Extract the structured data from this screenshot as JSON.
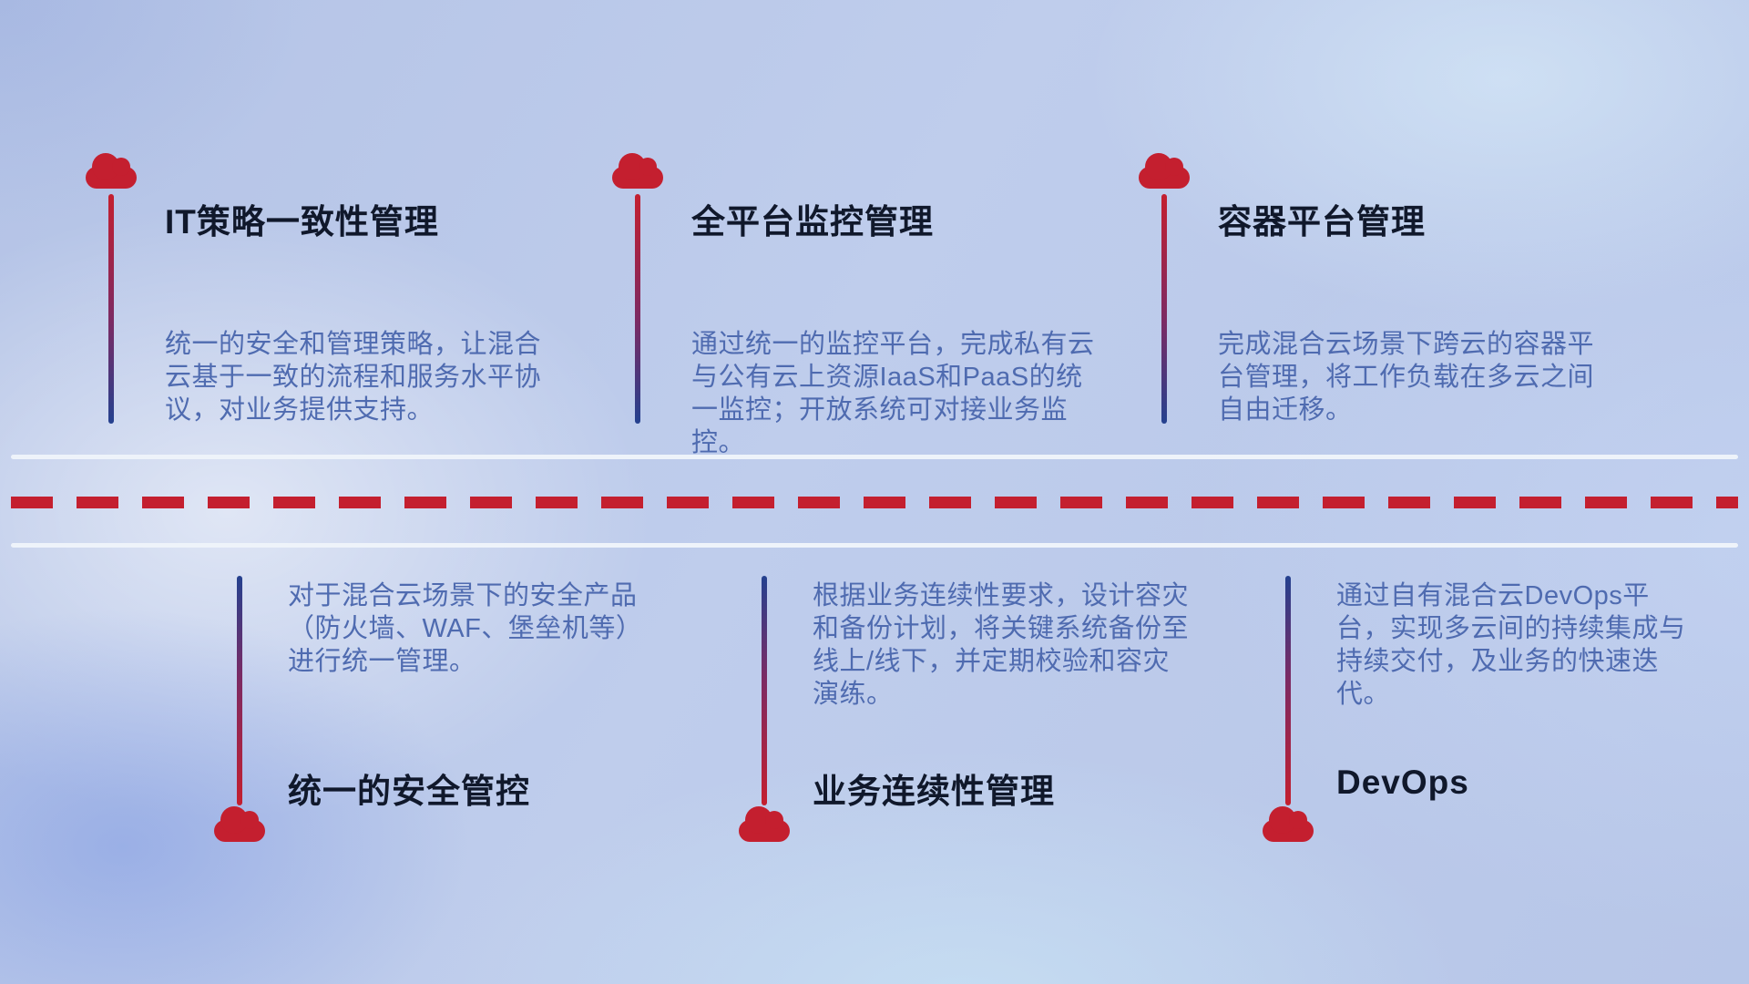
{
  "colors": {
    "accent_red": "#c41f2f",
    "line_blue": "#24418f",
    "title_text": "#10182b",
    "description_text": "#4f6bb0",
    "timeline_rail": "#eef3fa",
    "background_base": "#bac8e9"
  },
  "icons": {
    "marker": "cloud-icon"
  },
  "top_items": [
    {
      "title": "IT策略一致性管理",
      "description": "统一的安全和管理策略，让混合云基于一致的流程和服务水平协议，对业务提供支持。"
    },
    {
      "title": "全平台监控管理",
      "description": "通过统一的监控平台，完成私有云与公有云上资源IaaS和PaaS的统一监控；开放系统可对接业务监控。"
    },
    {
      "title": "容器平台管理",
      "description": "完成混合云场景下跨云的容器平台管理，将工作负载在多云之间自由迁移。"
    }
  ],
  "bottom_items": [
    {
      "title": "统一的安全管控",
      "description": "对于混合云场景下的安全产品（防火墙、WAF、堡垒机等）进行统一管理。"
    },
    {
      "title": "业务连续性管理",
      "description": "根据业务连续性要求，设计容灾和备份计划，将关键系统备份至线上/线下，并定期校验和容灾演练。"
    },
    {
      "title": "DevOps",
      "description": "通过自有混合云DevOps平台，实现多云间的持续集成与持续交付，及业务的快速迭代。"
    }
  ]
}
